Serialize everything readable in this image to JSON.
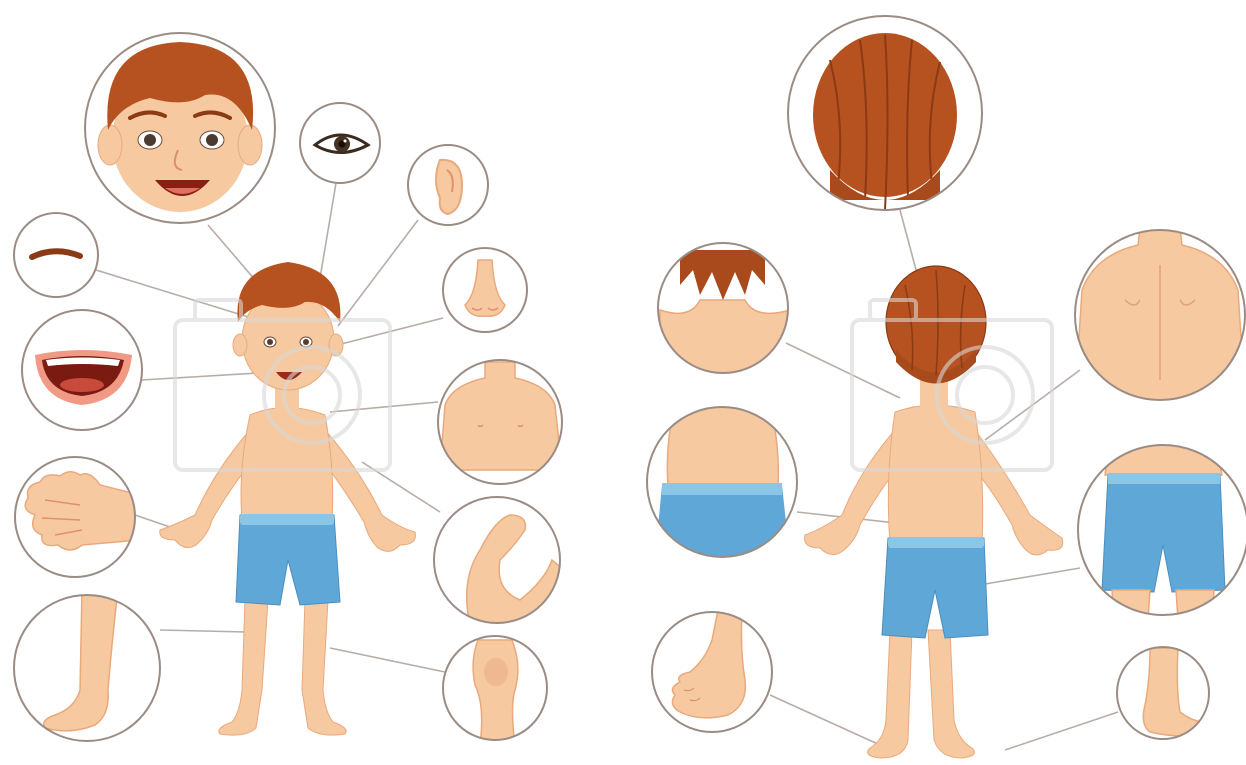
{
  "figures": [
    {
      "view": "front"
    },
    {
      "view": "back"
    }
  ],
  "callouts": [
    {
      "part": "face",
      "figure": "front"
    },
    {
      "part": "eye",
      "figure": "front"
    },
    {
      "part": "ear",
      "figure": "front"
    },
    {
      "part": "eyebrow",
      "figure": "front"
    },
    {
      "part": "nose",
      "figure": "front"
    },
    {
      "part": "mouth",
      "figure": "front"
    },
    {
      "part": "chest",
      "figure": "front"
    },
    {
      "part": "hand",
      "figure": "front"
    },
    {
      "part": "elbow",
      "figure": "front"
    },
    {
      "part": "leg",
      "figure": "front"
    },
    {
      "part": "knee",
      "figure": "front"
    },
    {
      "part": "hair",
      "figure": "back"
    },
    {
      "part": "neck",
      "figure": "back"
    },
    {
      "part": "back",
      "figure": "back"
    },
    {
      "part": "waist",
      "figure": "back"
    },
    {
      "part": "buttocks",
      "figure": "back"
    },
    {
      "part": "foot",
      "figure": "back"
    },
    {
      "part": "heel",
      "figure": "back"
    }
  ],
  "colors": {
    "skin": "#f7c9a0",
    "skin_shadow": "#e9a97c",
    "hair": "#b5521f",
    "hair_dark": "#8a3a14",
    "shorts": "#5fa7d6",
    "shorts_band": "#8cc6e6",
    "circle_stroke": "#9a8c84",
    "leader_line": "#b8aca6",
    "watermark": "#d8d8d8"
  }
}
